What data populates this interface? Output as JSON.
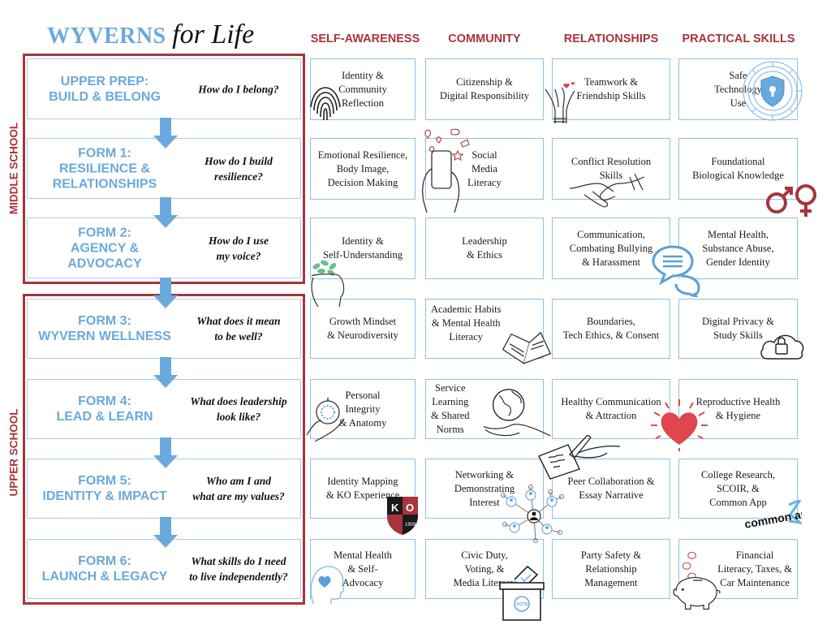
{
  "title": {
    "brand": "WYVERNS",
    "tagline": "for Life"
  },
  "columns": [
    "SELF-AWARENESS",
    "COMMUNITY",
    "RELATIONSHIPS",
    "PRACTICAL SKILLS"
  ],
  "groups": {
    "middle": "MIDDLE SCHOOL",
    "upper": "UPPER SCHOOL"
  },
  "forms": [
    {
      "title": "UPPER PREP:\nBUILD & BELONG",
      "question": "How do I belong?"
    },
    {
      "title": "FORM 1:\nRESILIENCE &\nRELATIONSHIPS",
      "question": "How do I build\nresilience?"
    },
    {
      "title": "FORM 2:\nAGENCY &\nADVOCACY",
      "question": "How do I use\nmy voice?"
    },
    {
      "title": "FORM 3:\nWYVERN WELLNESS",
      "question": "What does it mean\nto be well?"
    },
    {
      "title": "FORM 4:\nLEAD & LEARN",
      "question": "What does leadership\nlook like?"
    },
    {
      "title": "FORM 5:\nIDENTITY & IMPACT",
      "question": "Who am I and\nwhat are my values?"
    },
    {
      "title": "FORM 6:\nLAUNCH & LEGACY",
      "question": "What skills do I need\nto live independently?"
    }
  ],
  "grid": [
    [
      "Identity &\nCommunity\nReflection",
      "Citizenship &\nDigital Responsibility",
      "Teamwork &\nFriendship Skills",
      "Safe\nTechnology\nUse"
    ],
    [
      "Emotional Resilience,\nBody Image,\nDecision Making",
      "Social\nMedia\nLiteracy",
      "Conflict Resolution\nSkills",
      "Foundational\nBiological Knowledge"
    ],
    [
      "Identity &\nSelf-Understanding",
      "Leadership\n& Ethics",
      "Communication,\nCombating Bullying\n& Harassment",
      "Mental Health,\nSubstance Abuse,\nGender Identity"
    ],
    [
      "Growth Mindset\n& Neurodiversity",
      "Academic Habits\n& Mental Health\nLiteracy",
      "Boundaries,\nTech Ethics, & Consent",
      "Digital Privacy &\nStudy Skills"
    ],
    [
      "Personal\nIntegrity\n& Anatomy",
      "Service\nLearning\n& Shared\nNorms",
      "Healthy Communication\n& Attraction",
      "Reproductive Health\n& Hygiene"
    ],
    [
      "Identity Mapping\n& KO Experience",
      "Networking &\nDemonstrating\nInterest",
      "Peer Collaboration &\nEssay Narrative",
      "College Research,\nSCOIR, &\nCommon App"
    ],
    [
      "Mental Health\n& Self-\nAdvocacy",
      "Civic Duty,\nVoting, &\nMedia Literacy",
      "Party Safety &\nRelationship\nManagement",
      "Financial\nLiteracy, Taxes, &\nCar Maintenance"
    ]
  ],
  "badges": {
    "ko": "K O",
    "ko_year": "1909",
    "commonapp": "common app",
    "vote": "VOTE"
  },
  "colors": {
    "accent_red": "#a8343c",
    "accent_blue": "#6aa9dd",
    "cell_border": "#8ec0ea"
  }
}
